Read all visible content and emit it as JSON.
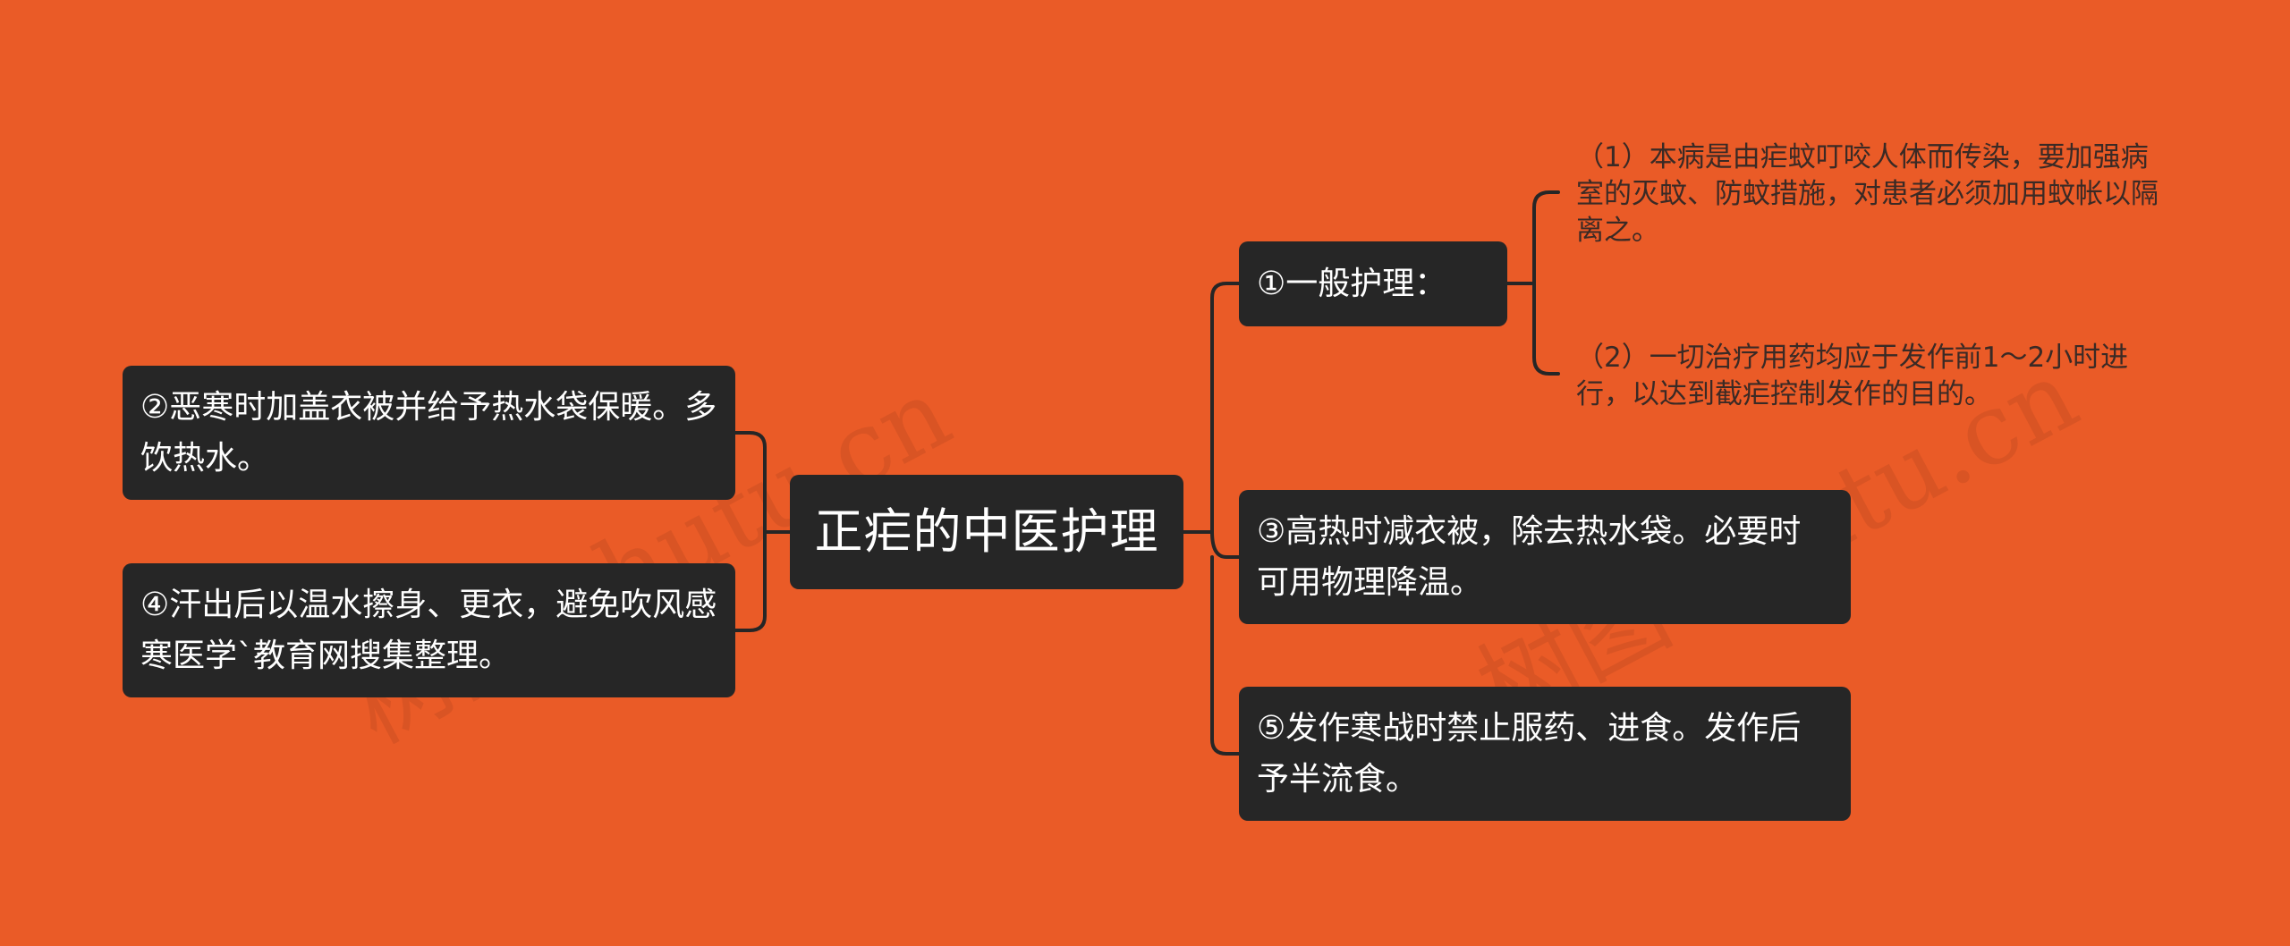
{
  "root": {
    "label": "正疟的中医护理"
  },
  "left_branches": [
    {
      "label": "②恶寒时加盖衣被并给予热水袋保暖。多饮热水。"
    },
    {
      "label": "④汗出后以温水擦身、更衣，避免吹风感寒医学`教育网搜集整理。"
    }
  ],
  "right_branches": [
    {
      "label": "①一般护理：",
      "children": [
        {
          "label": "（1）本病是由疟蚊叮咬人体而传染，要加强病室的灭蚊、防蚊措施，对患者必须加用蚊帐以隔离之。"
        },
        {
          "label": "（2）一切治疗用药均应于发作前1～2小时进行，以达到截疟控制发作的目的。"
        }
      ]
    },
    {
      "label": "③高热时减衣被，除去热水袋。必要时可用物理降温。"
    },
    {
      "label": "⑤发作寒战时禁止服药、进食。发作后予半流食。"
    }
  ],
  "watermark": {
    "text_1": "树图 shutu.cn",
    "text_2": "树图 shutu.cn"
  },
  "colors": {
    "background": "#EA5B27",
    "node_fill": "#262626",
    "node_text": "#FFFFFF",
    "connector": "#262626",
    "leaf_text": "#3A2A25"
  }
}
